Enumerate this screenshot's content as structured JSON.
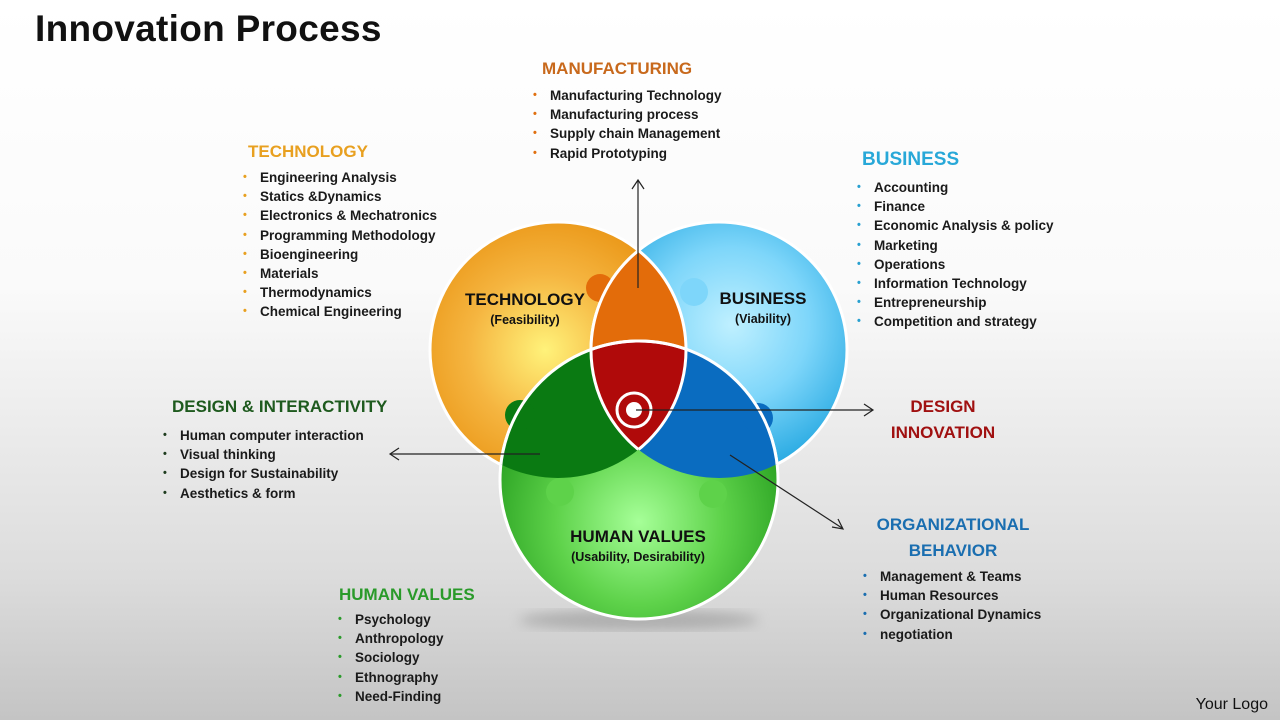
{
  "title": "Innovation Process",
  "diagram": {
    "technology": {
      "label": "TECHNOLOGY",
      "sub": "(Feasibility)"
    },
    "business": {
      "label": "BUSINESS",
      "sub": "(Viability)"
    },
    "human_values": {
      "label": "HUMAN VALUES",
      "sub": "(Usability, Desirability)"
    }
  },
  "manufacturing": {
    "heading": "MANUFACTURING",
    "items": [
      "Manufacturing Technology",
      "Manufacturing process",
      "Supply chain Management",
      "Rapid Prototyping"
    ]
  },
  "technology": {
    "heading": "TECHNOLOGY",
    "items": [
      "Engineering Analysis",
      "Statics &Dynamics",
      "Electronics & Mechatronics",
      "Programming Methodology",
      "Bioengineering",
      "Materials",
      "Thermodynamics",
      "Chemical Engineering"
    ]
  },
  "business": {
    "heading": "BUSINESS",
    "items": [
      "Accounting",
      "Finance",
      "Economic Analysis & policy",
      "Marketing",
      "Operations",
      "Information Technology",
      "Entrepreneurship",
      "Competition and strategy"
    ]
  },
  "design_interactivity": {
    "heading": "DESIGN & INTERACTIVITY",
    "items": [
      "Human computer interaction",
      "Visual thinking",
      "Design for Sustainability",
      "Aesthetics & form"
    ]
  },
  "design_innovation": {
    "heading_line1": "DESIGN",
    "heading_line2": "INNOVATION"
  },
  "organizational_behavior": {
    "heading_line1": "ORGANIZATIONAL",
    "heading_line2": "BEHAVIOR",
    "items": [
      "Management & Teams",
      "Human Resources",
      "Organizational Dynamics",
      "negotiation"
    ]
  },
  "human_values": {
    "heading": "HUMAN VALUES",
    "items": [
      "Psychology",
      "Anthropology",
      "Sociology",
      "Ethnography",
      "Need-Finding"
    ]
  },
  "logo": "Your Logo",
  "colors": {
    "manufacturing": "#c8691c",
    "technology": "#e8a020",
    "business": "#28a8d8",
    "design_interactivity": "#1e5a1e",
    "design_innovation": "#a01010",
    "organizational_behavior": "#1a6eb0",
    "human_values": "#2a9a2a"
  }
}
